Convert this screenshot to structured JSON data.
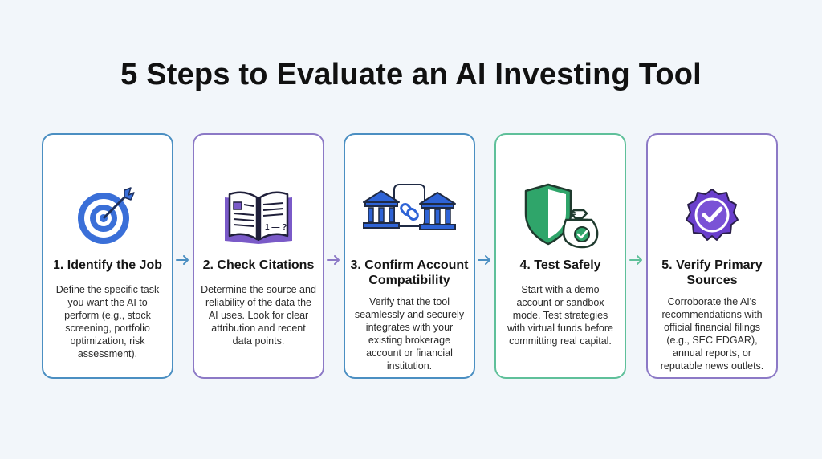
{
  "title": "5 Steps to Evaluate an AI Investing Tool",
  "steps": [
    {
      "title": "1. Identify the Job",
      "description": "Define the specific task you want the AI to perform (e.g., stock screening, portfolio optimization, risk assessment).",
      "icon": "target-arrow-icon",
      "accent": "#4b8fc2"
    },
    {
      "title": "2. Check Citations",
      "description": "Determine the source and reliability of the data the AI uses. Look for clear attribution and recent data points.",
      "icon": "open-book-icon",
      "accent": "#8c79c6",
      "icon_text": "1 — ?"
    },
    {
      "title": "3. Confirm Account Compatibility",
      "description": "Verify that the tool seamlessly and securely integrates with your existing brokerage account or financial institution.",
      "icon": "linked-banks-icon",
      "accent": "#4b8fc2"
    },
    {
      "title": "4. Test Safely",
      "description": "Start with a demo account or sandbox mode. Test strategies with virtual funds before committing real capital.",
      "icon": "shield-money-bag-icon",
      "accent": "#5fc09a",
      "icon_text": "$"
    },
    {
      "title": "5. Verify Primary Sources",
      "description": "Corroborate the AI's recommendations with official financial filings (e.g., SEC EDGAR), annual reports, or reputable news outlets.",
      "icon": "verified-badge-icon",
      "accent": "#8c79c6"
    }
  ]
}
